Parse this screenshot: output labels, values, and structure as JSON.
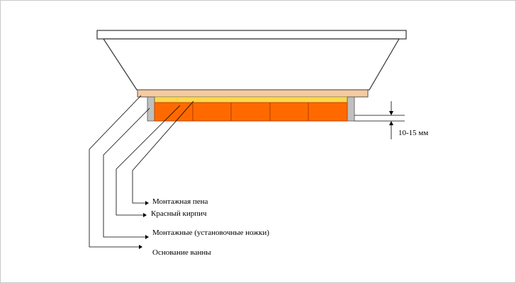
{
  "diagram": {
    "labels": {
      "mounting_foam": "Монтажная пена",
      "red_brick": "Красный кирпич",
      "mounting_legs": "Монтажные (установочные ножки)",
      "bath_base": "Основание ванны",
      "gap_dimension": "10-15 мм"
    },
    "brick_count": 5,
    "colors": {
      "tub_fill": "#ffffff",
      "tub_outline": "#333333",
      "base_board": "#f5cba0",
      "foam": "#ffd84d",
      "brick": "#ff6a00",
      "brick_joint": "#c24400",
      "leg": "#c0c0c0",
      "line": "#000000"
    }
  }
}
